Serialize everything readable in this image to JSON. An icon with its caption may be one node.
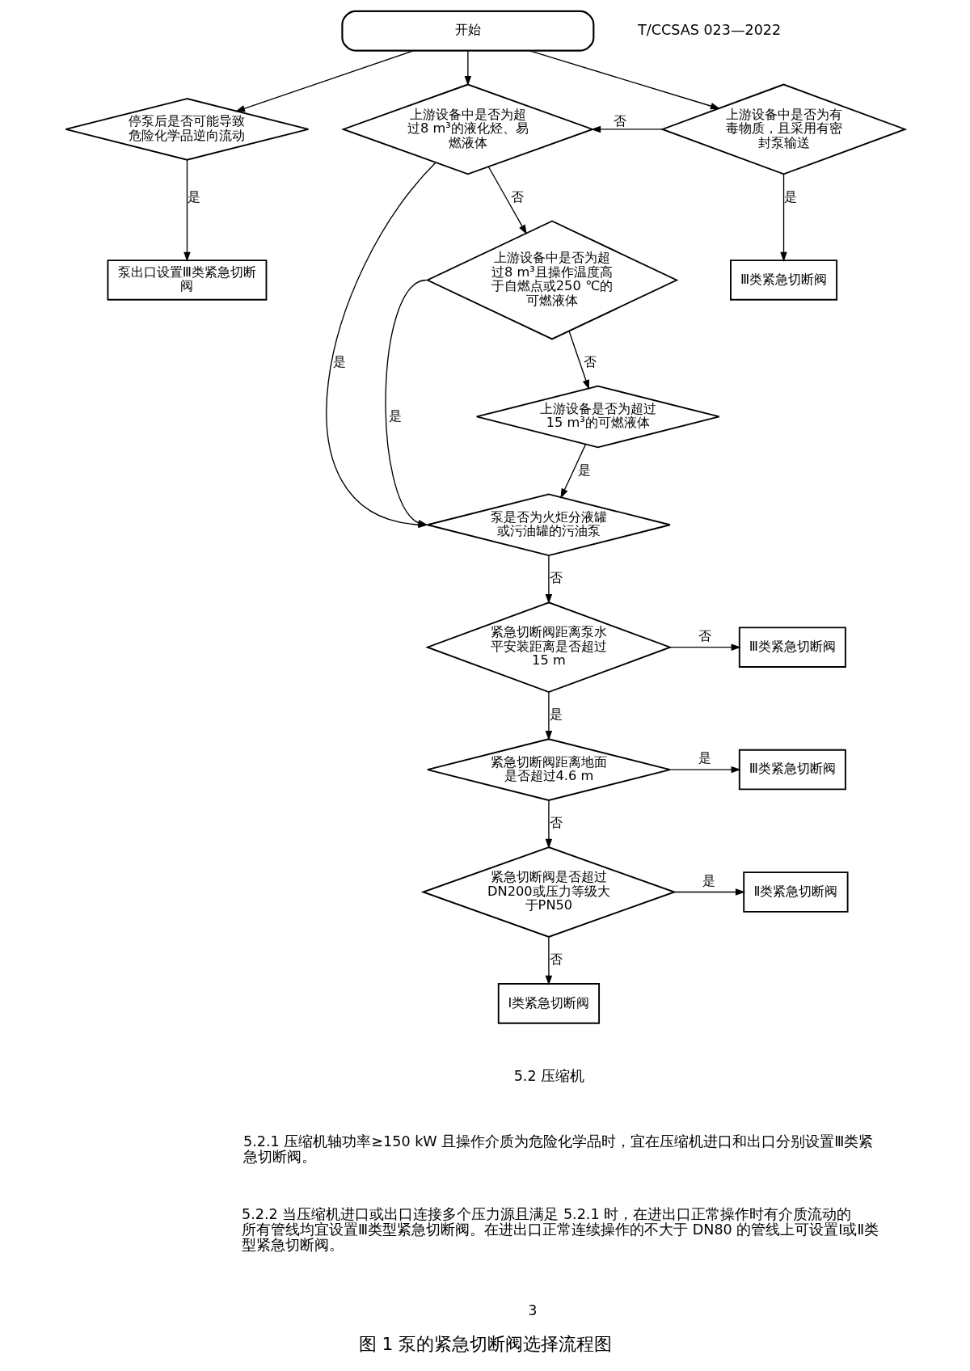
{
  "diagram": {
    "caption": "图 1 泵的紧急切断阀选择流程图",
    "nodes": [
      {
        "text": [
          "开始"
        ]
      },
      {
        "text": [
          "停泵后是否可能导致危险化学品逆向流动"
        ]
      },
      {
        "text": [
          "上游设备中是否为超过8 m³的液化烃、易燃液体"
        ]
      },
      {
        "text": [
          "上游设备中是否为有毒物质，且采用有密封泵输送"
        ]
      },
      {
        "text": [
          "泵出口设置Ⅲ类紧急切断阀"
        ]
      },
      {
        "text": [
          "上游设备中是否为超过8 m³且操作温度高于自燃点或250 ℃的可燃液体"
        ]
      },
      {
        "text": [
          "Ⅲ类紧急切断阀"
        ]
      },
      {
        "text": [
          "上游设备是否为超过15 m³的可燃液体"
        ]
      },
      {
        "text": [
          "泵是否为火炬分液罐或污油罐的污油泵"
        ]
      },
      {
        "text": [
          "紧急切断阀距离泵水平安装距离是否超过15 m"
        ]
      },
      {
        "text": [
          "Ⅲ类紧急切断阀"
        ]
      },
      {
        "text": [
          "紧急切断阀距离地面是否超过4.6 m"
        ]
      },
      {
        "text": [
          "Ⅲ类紧急切断阀"
        ]
      },
      {
        "text": [
          "紧急切断阀是否超过DN200或压力等级大于PN50"
        ]
      },
      {
        "text": [
          "Ⅱ类紧急切断阀"
        ]
      },
      {
        "text": [
          "Ⅰ类紧急切断阀"
        ]
      }
    ],
    "edges": [
      {
        "from": 0,
        "to": 1,
        "arrow": "to"
      },
      {
        "from": 0,
        "to": 2,
        "arrow": "to"
      },
      {
        "from": 0,
        "to": 3,
        "arrow": "to"
      },
      {
        "from": 1,
        "to": 4,
        "arrow": "to",
        "label": "是"
      },
      {
        "from": 2,
        "to": 5,
        "arrow": "to",
        "label": "否"
      },
      {
        "from": 2,
        "to": 8,
        "arrow": "to",
        "label": "是"
      },
      {
        "from": 3,
        "to": 2,
        "arrow": "to",
        "label": "否"
      },
      {
        "from": 3,
        "to": 6,
        "arrow": "to",
        "label": "是"
      },
      {
        "from": 5,
        "to": 8,
        "arrow": "to",
        "label": "是"
      },
      {
        "from": 5,
        "to": 7,
        "arrow": "to",
        "label": "否"
      },
      {
        "from": 7,
        "to": 8,
        "arrow": "to",
        "label": "是"
      },
      {
        "from": 8,
        "to": 9,
        "arrow": "to",
        "label": "否"
      },
      {
        "from": 9,
        "to": 10,
        "arrow": "to",
        "label": "否"
      },
      {
        "from": 9,
        "to": 11,
        "arrow": "to",
        "label": "是"
      },
      {
        "from": 11,
        "to": 12,
        "arrow": "to",
        "label": "是"
      },
      {
        "from": 11,
        "to": 13,
        "arrow": "to",
        "label": "否"
      },
      {
        "from": 13,
        "to": 14,
        "arrow": "to",
        "label": "是"
      },
      {
        "from": 13,
        "to": 15,
        "arrow": "to",
        "label": "否"
      }
    ],
    "labels": [
      "T/CCSAS 023—2022",
      "5.2 压缩机",
      "5.2.1 压缩机轴功率≥150 kW 且操作介质为危险化学品时，宜在压缩机进口和出口分别设置Ⅲ类紧急切断阀。",
      "5.2.2 当压缩机进口或出口连接多个压力源且满足 5.2.1 时，在进出口正常操作时有介质流动的所有管线均宜设置Ⅲ类型紧急切断阀。在进出口正常连续操作的不大于 DN80 的管线上可设置Ⅰ或Ⅱ类型紧急切断阀。",
      "3"
    ]
  }
}
